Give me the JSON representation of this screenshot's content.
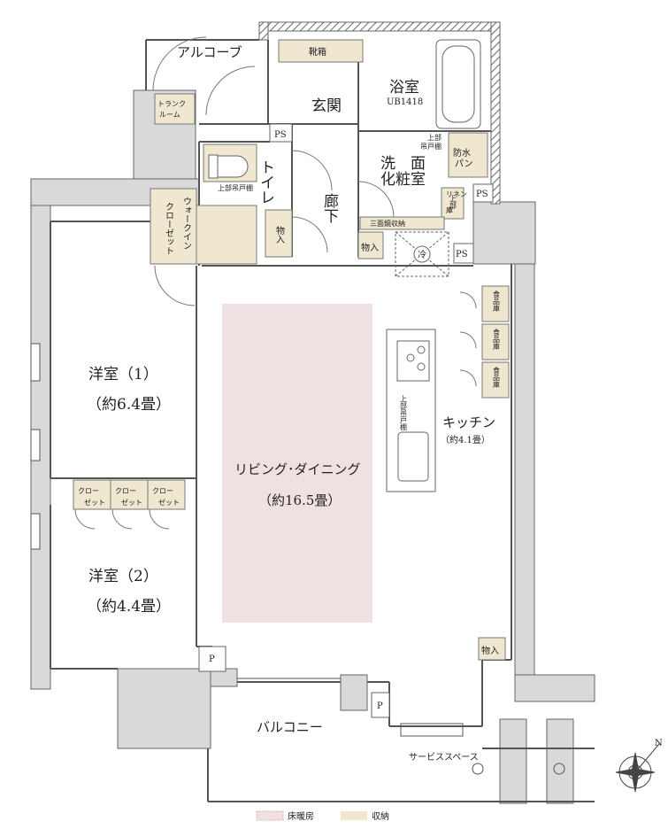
{
  "rooms": {
    "alcove": "アルコーブ",
    "trunk_room": [
      "トランク",
      "ルーム"
    ],
    "shoe_box": "靴箱",
    "entrance": "玄関",
    "bathroom": "浴室",
    "bathroom_unit": "UB1418",
    "ps": "PS",
    "toilet": "トイレ",
    "upper_shelf": "上部吊戸棚",
    "corridor": "廊下",
    "wash_room_1": "洗　面",
    "wash_room_2": "化粧室",
    "waterproof_pan": [
      "防水",
      "パン"
    ],
    "upper_shelf_short": [
      "上部",
      "吊戸棚"
    ],
    "linen": [
      "リネン",
      "庫"
    ],
    "upper_linen": "上部",
    "three_mirror": "三面鏡収納",
    "walk_in_closet": [
      "ウォークイン",
      "クローゼット"
    ],
    "storage": "物入",
    "fridge": "冷",
    "pantry": "食品庫",
    "western_room_1": "洋室（1）",
    "western_room_1_size": "（約6.4畳）",
    "western_room_2": "洋室（2）",
    "western_room_2_size": "（約4.4畳）",
    "closet": [
      "クロー",
      "ゼット"
    ],
    "living_dining": "リビング･ダイニング",
    "living_dining_size": "（約16.5畳）",
    "kitchen": "キッチン",
    "kitchen_size": "（約4.1畳）",
    "kitchen_upper_shelf": "上部吊戸棚",
    "p": "P",
    "balcony": "バルコニー",
    "service_space": "サービススペース"
  },
  "legend": {
    "floor_heating": "床暖房",
    "storage": "収納"
  },
  "compass_label": "N",
  "colors": {
    "wall": "#d9d9d9",
    "storage": "#efe7cf",
    "floor_heating": "#efe1e1",
    "line": "#555555"
  }
}
